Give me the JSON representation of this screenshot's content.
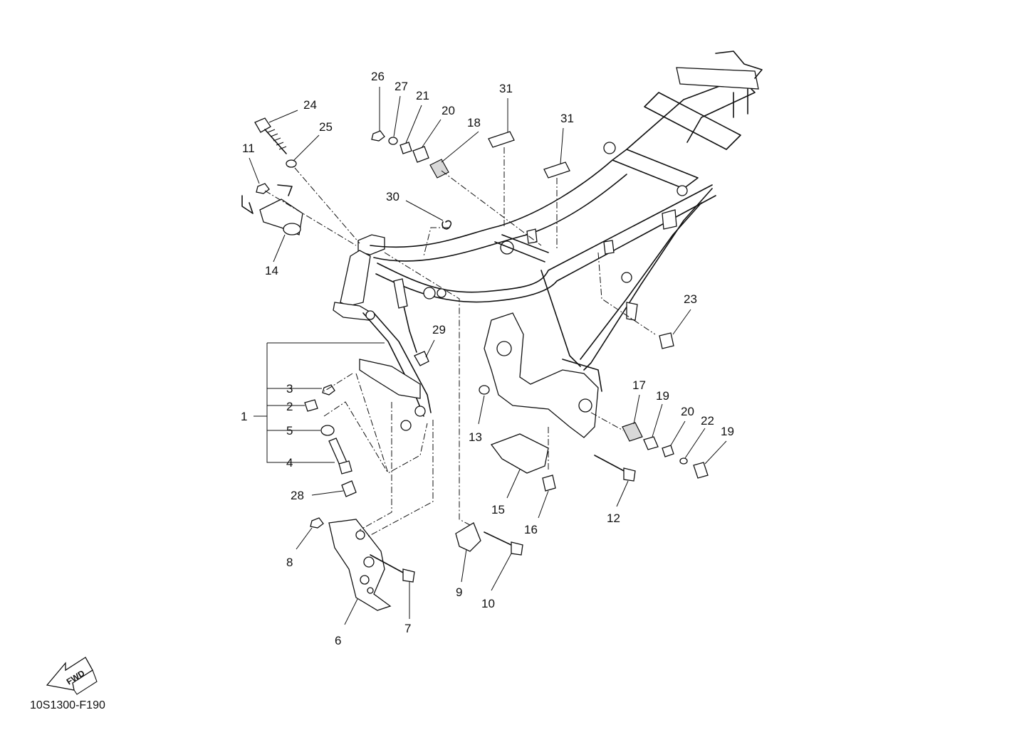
{
  "diagram_code": "10S1300-F190",
  "fwd_label": "FWD",
  "callouts": [
    {
      "id": "c1",
      "text": "1"
    },
    {
      "id": "c2",
      "text": "2"
    },
    {
      "id": "c3",
      "text": "3"
    },
    {
      "id": "c4",
      "text": "4"
    },
    {
      "id": "c5",
      "text": "5"
    },
    {
      "id": "c6",
      "text": "6"
    },
    {
      "id": "c7",
      "text": "7"
    },
    {
      "id": "c8",
      "text": "8"
    },
    {
      "id": "c9",
      "text": "9"
    },
    {
      "id": "c10",
      "text": "10"
    },
    {
      "id": "c11",
      "text": "11"
    },
    {
      "id": "c12",
      "text": "12"
    },
    {
      "id": "c13",
      "text": "13"
    },
    {
      "id": "c14",
      "text": "14"
    },
    {
      "id": "c15",
      "text": "15"
    },
    {
      "id": "c16",
      "text": "16"
    },
    {
      "id": "c17",
      "text": "17"
    },
    {
      "id": "c18",
      "text": "18"
    },
    {
      "id": "c19a",
      "text": "19"
    },
    {
      "id": "c19b",
      "text": "19"
    },
    {
      "id": "c20a",
      "text": "20"
    },
    {
      "id": "c20b",
      "text": "20"
    },
    {
      "id": "c21",
      "text": "21"
    },
    {
      "id": "c22",
      "text": "22"
    },
    {
      "id": "c23",
      "text": "23"
    },
    {
      "id": "c24",
      "text": "24"
    },
    {
      "id": "c25",
      "text": "25"
    },
    {
      "id": "c26",
      "text": "26"
    },
    {
      "id": "c27",
      "text": "27"
    },
    {
      "id": "c28",
      "text": "28"
    },
    {
      "id": "c29",
      "text": "29"
    },
    {
      "id": "c30",
      "text": "30"
    },
    {
      "id": "c31a",
      "text": "31"
    },
    {
      "id": "c31b",
      "text": "31"
    }
  ]
}
